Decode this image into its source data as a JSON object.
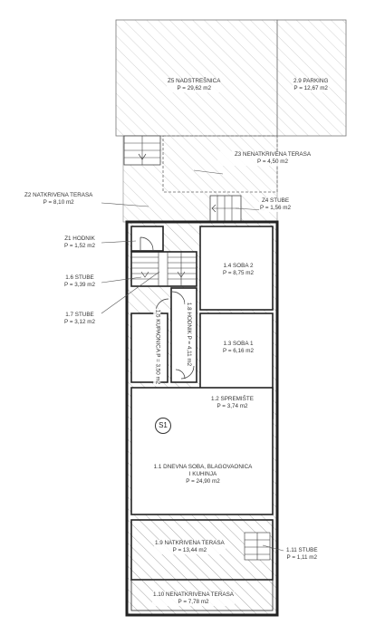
{
  "rooms": [
    {
      "id": "z5",
      "name": "Z5 NADSTREŠNICA",
      "area": "P = 29,62 m2"
    },
    {
      "id": "z9",
      "name": "2.9 PARKING",
      "area": "P = 12,67 m2"
    },
    {
      "id": "z3",
      "name": "Z3 NENATKRIVENA TERASA",
      "area": "P = 4,50 m2"
    },
    {
      "id": "z2",
      "name": "Z2 NATKRIVENA TERASA",
      "area": "P = 8,10 m2"
    },
    {
      "id": "z4",
      "name": "Z4 STUBE",
      "area": "P = 1,56 m2"
    },
    {
      "id": "z1",
      "name": "Z1 HODNIK",
      "area": "P = 1,52 m2"
    },
    {
      "id": "r16",
      "name": "1.6 STUBE",
      "area": "P = 3,39 m2"
    },
    {
      "id": "r17",
      "name": "1.7 STUBE",
      "area": "P = 3,12 m2"
    },
    {
      "id": "r14",
      "name": "1.4 SOBA 2",
      "area": "P = 8,75 m2"
    },
    {
      "id": "r13",
      "name": "1.3 SOBA 1",
      "area": "P = 6,16 m2"
    },
    {
      "id": "r15",
      "name": "1.5 KUPAONICA",
      "area": "P = 3,50 m2"
    },
    {
      "id": "r18",
      "name": "1.8 HODNIK",
      "area": "P = 4,11 m2"
    },
    {
      "id": "r12",
      "name": "1.2 SPREMIŠTE",
      "area": "P = 3,74 m2"
    },
    {
      "id": "r11",
      "name": "1.1 DNEVNA SOBA, BLAGOVAONICA I KUHINJA",
      "area": "P = 24,90 m2"
    },
    {
      "id": "r19",
      "name": "1.9 NATKRIVENA TERASA",
      "area": "P = 13,44 m2"
    },
    {
      "id": "r111",
      "name": "1.11 STUBE",
      "area": "P = 1,11 m2"
    },
    {
      "id": "r110",
      "name": "1.10 NENATKRIVENA TERASA",
      "area": "P = 7,78 m2"
    }
  ],
  "zone_marker": "S1"
}
